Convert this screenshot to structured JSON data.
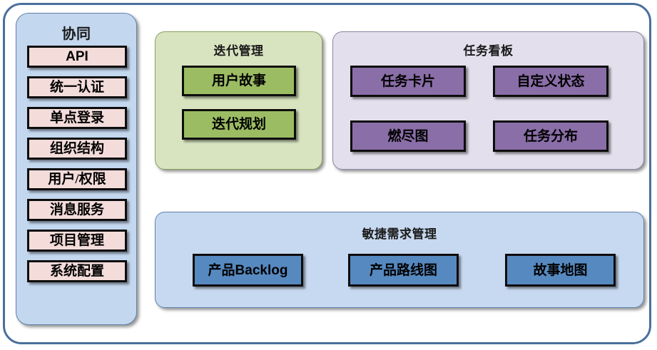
{
  "diagram": {
    "sidebar": {
      "title": "协同",
      "items": [
        {
          "label": "API",
          "style": "latin"
        },
        {
          "label": "统一认证",
          "style": "cjk"
        },
        {
          "label": "单点登录",
          "style": "cjk"
        },
        {
          "label": "组织结构",
          "style": "cjk"
        },
        {
          "label": "用户/权限",
          "style": "cjk"
        },
        {
          "label": "消息服务",
          "style": "cjk"
        },
        {
          "label": "项目管理",
          "style": "cjk"
        },
        {
          "label": "系统配置",
          "style": "cjk"
        }
      ]
    },
    "iteration": {
      "title": "迭代管理",
      "items": [
        {
          "label": "用户故事"
        },
        {
          "label": "迭代规划"
        }
      ]
    },
    "taskboard": {
      "title": "任务看板",
      "items": [
        {
          "label": "任务卡片"
        },
        {
          "label": "自定义状态"
        },
        {
          "label": "燃尽图"
        },
        {
          "label": "任务分布"
        }
      ]
    },
    "agile": {
      "title": "敏捷需求管理",
      "items": [
        {
          "label": "产品Backlog",
          "style": "latin"
        },
        {
          "label": "产品路线图",
          "style": "cjk"
        },
        {
          "label": "故事地图",
          "style": "cjk"
        }
      ]
    },
    "colors": {
      "outer_border": "#4a6f9c",
      "sidebar_bg": "#c3d7ef",
      "sidebar_item_bg": "#f3dcda",
      "iteration_bg": "#d8e4c0",
      "iteration_item_bg": "#9cbc63",
      "taskboard_bg": "#e3dfec",
      "taskboard_item_bg": "#8a6ea8",
      "agile_bg": "#c7d9f1",
      "agile_item_bg": "#5689c0",
      "box_border": "#0d0d0d"
    }
  }
}
